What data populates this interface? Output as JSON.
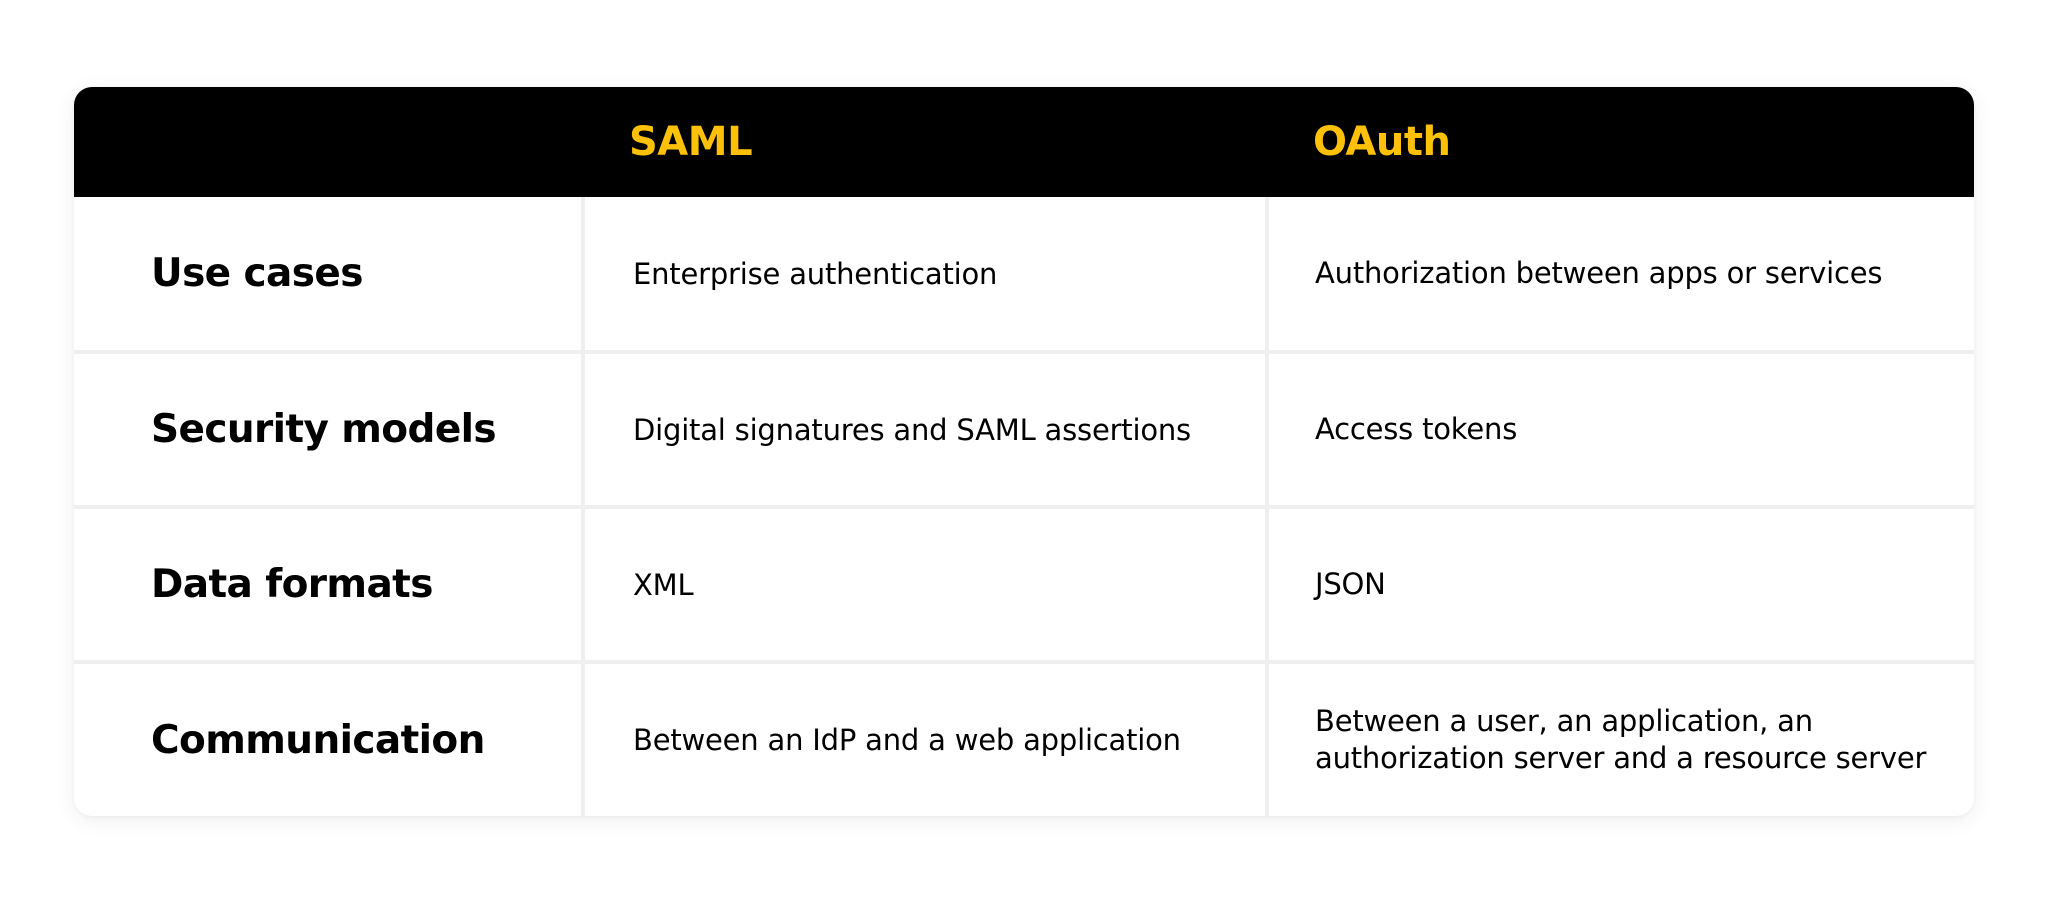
{
  "theme": {
    "header_background": "#000000",
    "header_text_color": "#FFC107",
    "body_background": "#ffffff",
    "divider_color": "#efefef",
    "text_color": "#000000"
  },
  "table": {
    "headers": [
      "",
      "SAML",
      "OAuth"
    ],
    "rows": [
      {
        "label": "Use cases",
        "saml": "Enterprise authentication",
        "oauth": [
          "Authorization between apps or services"
        ]
      },
      {
        "label": "Security models",
        "saml": "Digital signatures and SAML assertions",
        "oauth": [
          "Access tokens"
        ]
      },
      {
        "label": "Data formats",
        "saml": "XML",
        "oauth": [
          "JSON"
        ]
      },
      {
        "label": "Communication",
        "saml": "Between an IdP and a web application",
        "oauth": [
          "Between a user, an application, an",
          "authorization server and a resource server"
        ]
      }
    ]
  }
}
